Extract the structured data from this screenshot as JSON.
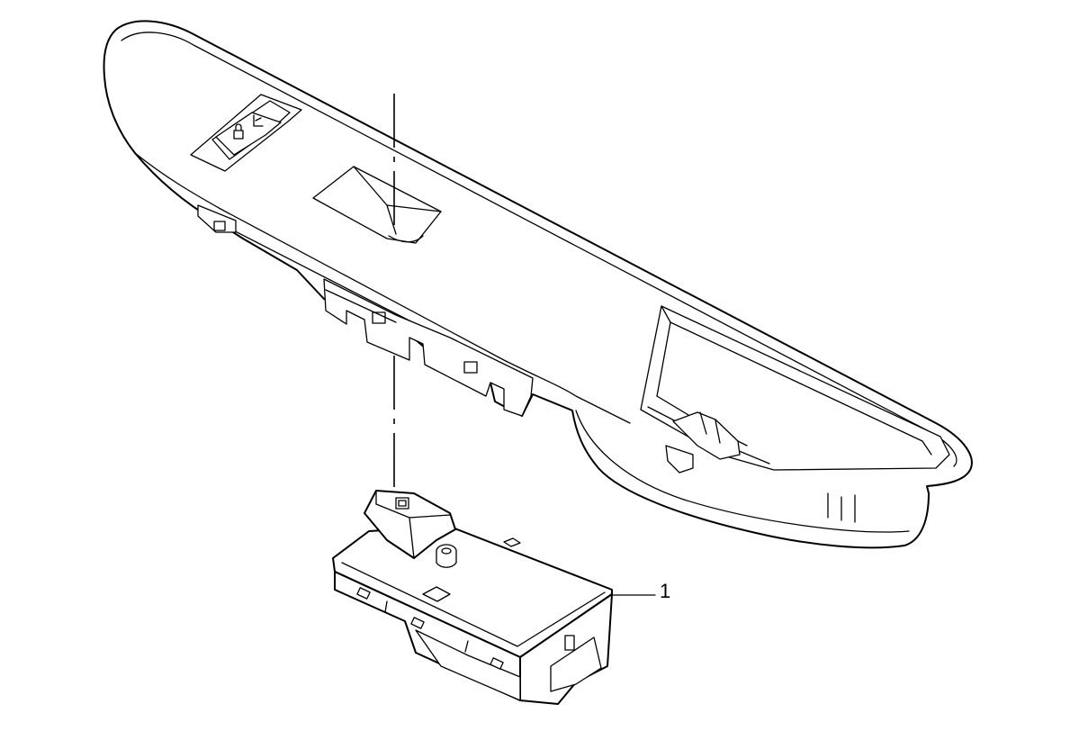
{
  "diagram": {
    "callouts": [
      {
        "id": "1",
        "label": "1"
      }
    ],
    "icons": [
      "lock-icon",
      "child-seat-icon",
      "lock-icon-small"
    ]
  }
}
